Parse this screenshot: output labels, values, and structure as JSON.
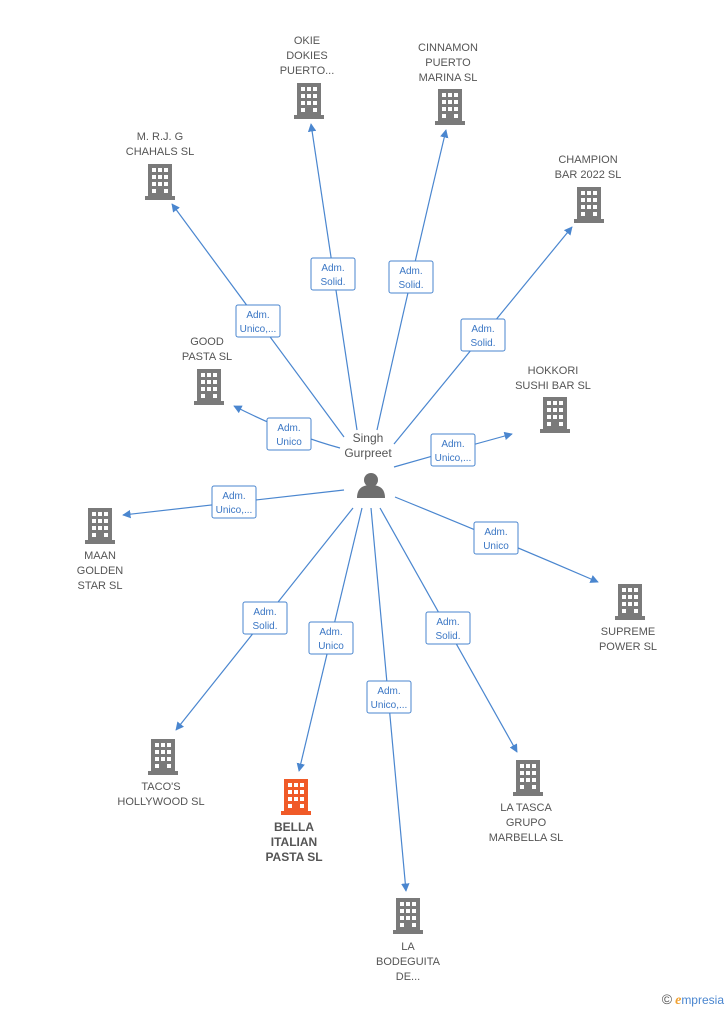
{
  "center": {
    "name_lines": [
      "Singh",
      "Gurpreet"
    ],
    "icon": "person-icon"
  },
  "colors": {
    "edge": "#4a86cf",
    "building": "#7a7a7a",
    "highlight": "#f05a28"
  },
  "nodes": [
    {
      "id": "okie",
      "lines": [
        "OKIE",
        "DOKIES",
        "PUERTO..."
      ],
      "role": [
        "Adm.",
        "Solid."
      ],
      "highlight": false
    },
    {
      "id": "cinnamon",
      "lines": [
        "CINNAMON",
        "PUERTO",
        "MARINA  SL"
      ],
      "role": [
        "Adm.",
        "Solid."
      ],
      "highlight": false
    },
    {
      "id": "mrjg",
      "lines": [
        "M. R.J. G",
        "CHAHALS  SL"
      ],
      "role": [
        "Adm.",
        "Unico,..."
      ],
      "highlight": false
    },
    {
      "id": "champion",
      "lines": [
        "CHAMPION",
        "BAR 2022  SL"
      ],
      "role": [
        "Adm.",
        "Solid."
      ],
      "highlight": false
    },
    {
      "id": "good",
      "lines": [
        "GOOD",
        "PASTA  SL"
      ],
      "role": [
        "Adm.",
        "Unico"
      ],
      "highlight": false
    },
    {
      "id": "hokkori",
      "lines": [
        "HOKKORI",
        "SUSHI BAR  SL"
      ],
      "role": [
        "Adm.",
        "Unico,..."
      ],
      "highlight": false
    },
    {
      "id": "maan",
      "lines": [
        "MAAN",
        "GOLDEN",
        "STAR  SL"
      ],
      "role": [
        "Adm.",
        "Unico,..."
      ],
      "highlight": false
    },
    {
      "id": "supreme",
      "lines": [
        "SUPREME",
        "POWER  SL"
      ],
      "role": [
        "Adm.",
        "Unico"
      ],
      "highlight": false
    },
    {
      "id": "tacos",
      "lines": [
        "TACO'S",
        "HOLLYWOOD SL"
      ],
      "role": [
        "Adm.",
        "Solid."
      ],
      "highlight": false
    },
    {
      "id": "bella",
      "lines": [
        "BELLA",
        "ITALIAN",
        "PASTA  SL"
      ],
      "role": [
        "Adm.",
        "Unico"
      ],
      "highlight": true
    },
    {
      "id": "tasca",
      "lines": [
        "LA TASCA",
        "GRUPO",
        "MARBELLA  SL"
      ],
      "role": [
        "Adm.",
        "Solid."
      ],
      "highlight": false
    },
    {
      "id": "bodeguita",
      "lines": [
        "LA",
        "BODEGUITA",
        "DE..."
      ],
      "role": [
        "Adm.",
        "Unico,..."
      ],
      "highlight": false
    }
  ],
  "footer": {
    "copyright": "©",
    "brand_initial": "e",
    "brand_rest": "mpresia"
  }
}
